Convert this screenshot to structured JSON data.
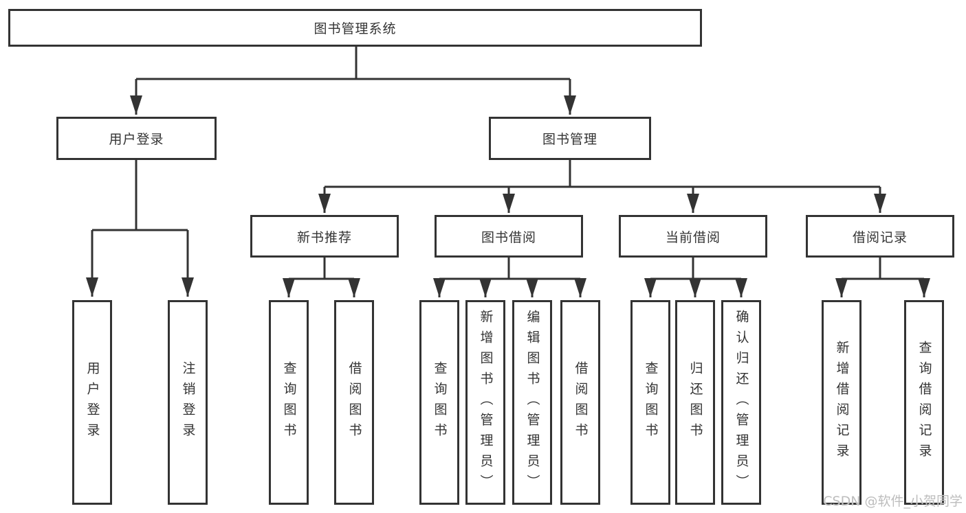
{
  "diagram": {
    "type": "hierarchy-tree",
    "root": {
      "label": "图书管理系统"
    },
    "branches": [
      {
        "label": "用户登录",
        "leaves": [
          {
            "label": "用户登录"
          },
          {
            "label": "注销登录"
          }
        ]
      },
      {
        "label": "图书管理",
        "groups": [
          {
            "label": "新书推荐",
            "leaves": [
              {
                "label": "查询图书"
              },
              {
                "label": "借阅图书"
              }
            ]
          },
          {
            "label": "图书借阅",
            "leaves": [
              {
                "label": "查询图书"
              },
              {
                "label": "新增图书（管理员）"
              },
              {
                "label": "编辑图书（管理员）"
              },
              {
                "label": "借阅图书"
              }
            ]
          },
          {
            "label": "当前借阅",
            "leaves": [
              {
                "label": "查询图书"
              },
              {
                "label": "归还图书"
              },
              {
                "label": "确认归还（管理员）"
              }
            ]
          },
          {
            "label": "借阅记录",
            "leaves": [
              {
                "label": "新增借阅记录"
              },
              {
                "label": "查询借阅记录"
              }
            ]
          }
        ]
      }
    ]
  },
  "watermark": {
    "text": "CSDN @软件_小贺同学",
    "color": "#bdbdbd"
  },
  "colors": {
    "line": "#333333",
    "box_border": "#333333",
    "text": "#333333",
    "background": "#ffffff"
  }
}
